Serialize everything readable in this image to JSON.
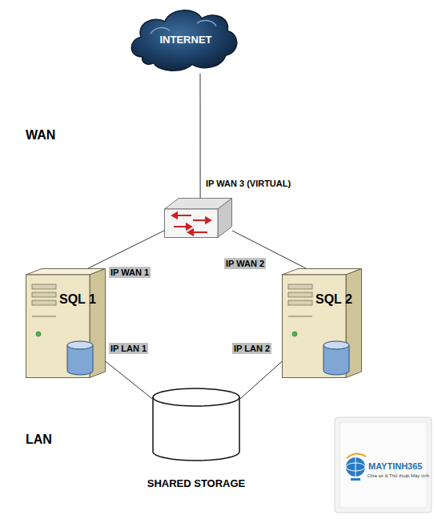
{
  "diagram": {
    "nodes": [
      {
        "text": [
          "WAN"
        ]
      },
      {
        "text": [
          "INTERNET"
        ],
        "in": 0
      },
      {
        "text": [
          "IP WAN 3 (VIRTUAL)"
        ],
        "in": 0
      },
      {
        "text": [
          "SQL 1"
        ]
      },
      {
        "text": [
          "SQL 2"
        ]
      },
      {
        "text": [
          "LAN"
        ]
      },
      {
        "text": [
          "SHARED STORAGE"
        ],
        "in": 5
      }
    ],
    "edges": [
      {
        "from": 1,
        "to": 2,
        "arrow": "none"
      },
      {
        "from": 2,
        "to": 3,
        "label": "IP WAN 1",
        "arrow": "none"
      },
      {
        "from": 2,
        "to": 4,
        "label": "IP WAN 2",
        "arrow": "none"
      },
      {
        "from": 3,
        "to": 6,
        "label": "IP LAN 1",
        "arrow": "none"
      },
      {
        "from": 4,
        "to": 6,
        "label": "IP LAN 2",
        "arrow": "none"
      }
    ],
    "labels": [
      "MAYTINH365",
      "Chia sẻ & Thủ thuật Máy tính"
    ]
  }
}
